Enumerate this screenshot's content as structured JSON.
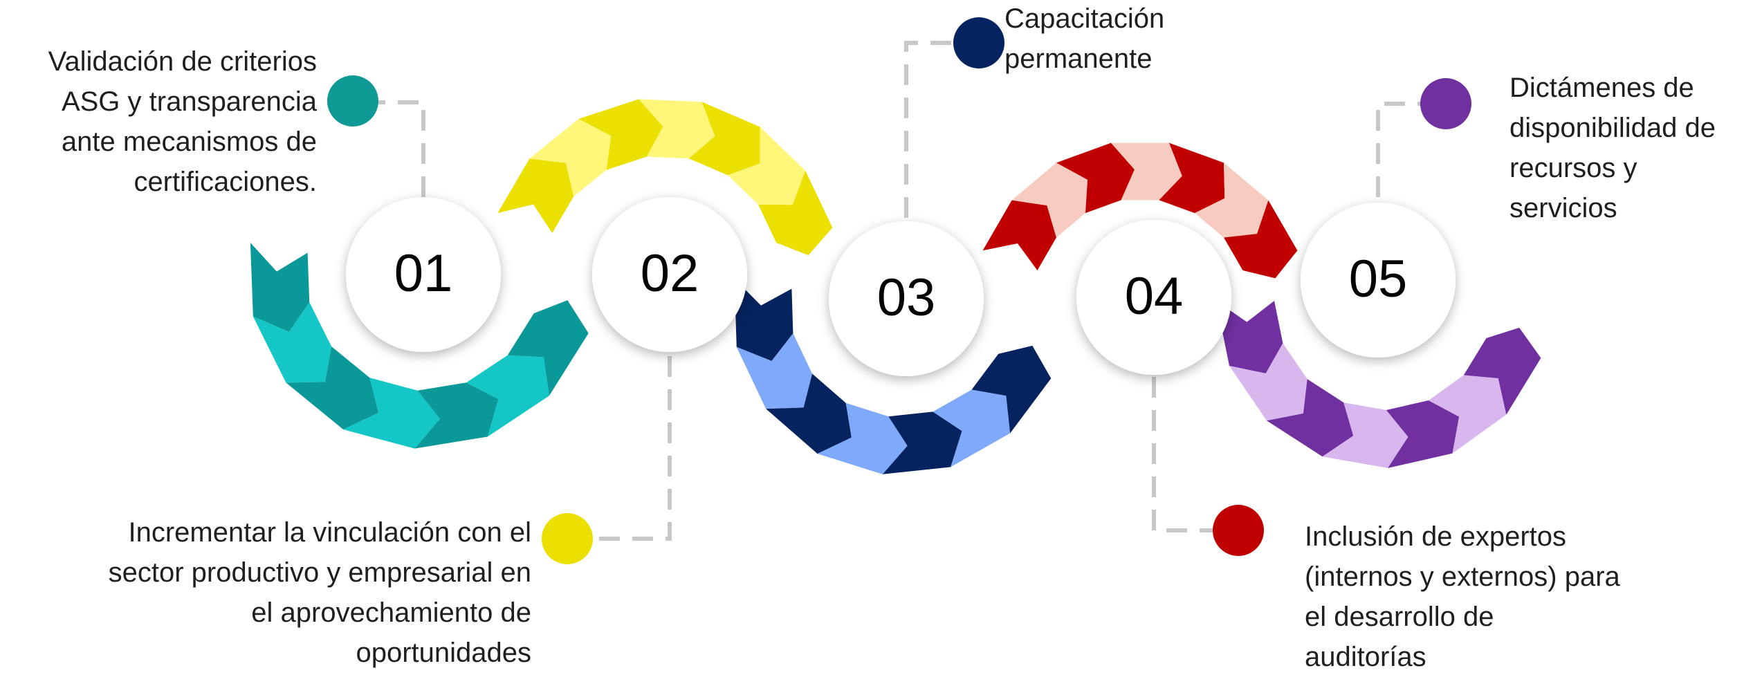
{
  "colors": {
    "step1": {
      "dark": "#0b9898",
      "light": "#14c6c6",
      "dot": "#0f9a96"
    },
    "step2": {
      "dark": "#ebe000",
      "light": "#fff67a",
      "dot": "#ebe000"
    },
    "step3": {
      "dark": "#05235f",
      "light": "#7fa9fb",
      "dot": "#05235f"
    },
    "step4": {
      "dark": "#c00000",
      "light": "#f8cbc0",
      "dot": "#c00000"
    },
    "step5": {
      "dark": "#7030a0",
      "light": "#d8b7ef",
      "dot": "#7030a0"
    },
    "connector": "#c8c8c8",
    "circle": "#ffffff",
    "text": "#1f1f1f"
  },
  "steps": [
    {
      "number": "01",
      "lines": [
        "Validación de criterios",
        "ASG y transparencia",
        "ante mecanismos de",
        "certificaciones."
      ]
    },
    {
      "number": "02",
      "lines": [
        "Incrementar la vinculación con el",
        "sector productivo y empresarial en",
        "el aprovechamiento de",
        "oportunidades"
      ]
    },
    {
      "number": "03",
      "lines": [
        "Capacitación",
        "permanente"
      ]
    },
    {
      "number": "04",
      "lines": [
        "Inclusión de expertos",
        "(internos y externos) para",
        "el desarrollo de",
        "auditorías"
      ]
    },
    {
      "number": "05",
      "lines": [
        "Dictámenes de",
        "disponibilidad de",
        "recursos y",
        "servicios"
      ]
    }
  ]
}
